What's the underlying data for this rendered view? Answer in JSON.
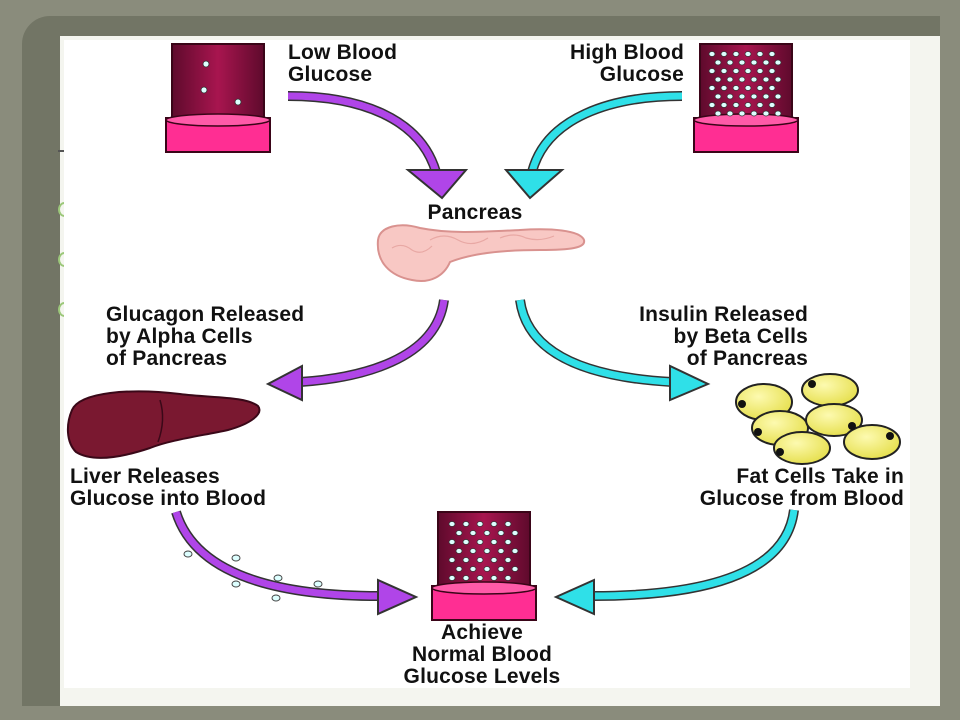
{
  "labels": {
    "low_blood_glucose": "Low Blood\nGlucose",
    "high_blood_glucose": "High Blood\nGlucose",
    "pancreas": "Pancreas",
    "glucagon": "Glucagon Released\nby Alpha Cells\nof Pancreas",
    "insulin": "Insulin Released\nby Beta Cells\nof Pancreas",
    "liver": "Liver Releases\nGlucose into Blood",
    "fat_cells": "Fat Cells Take in\nGlucose from Blood",
    "normal": "Achieve\nNormal Blood\nGlucose Levels"
  },
  "colors": {
    "vessel": "#8a1040",
    "vessel_rim": "#ff2e93",
    "glucagon_arrow": "#b045e8",
    "insulin_arrow": "#2fe0e8",
    "liver": "#7a1830",
    "fat_cell": "#f2ef6e",
    "pancreas": "#f8c8c4"
  }
}
